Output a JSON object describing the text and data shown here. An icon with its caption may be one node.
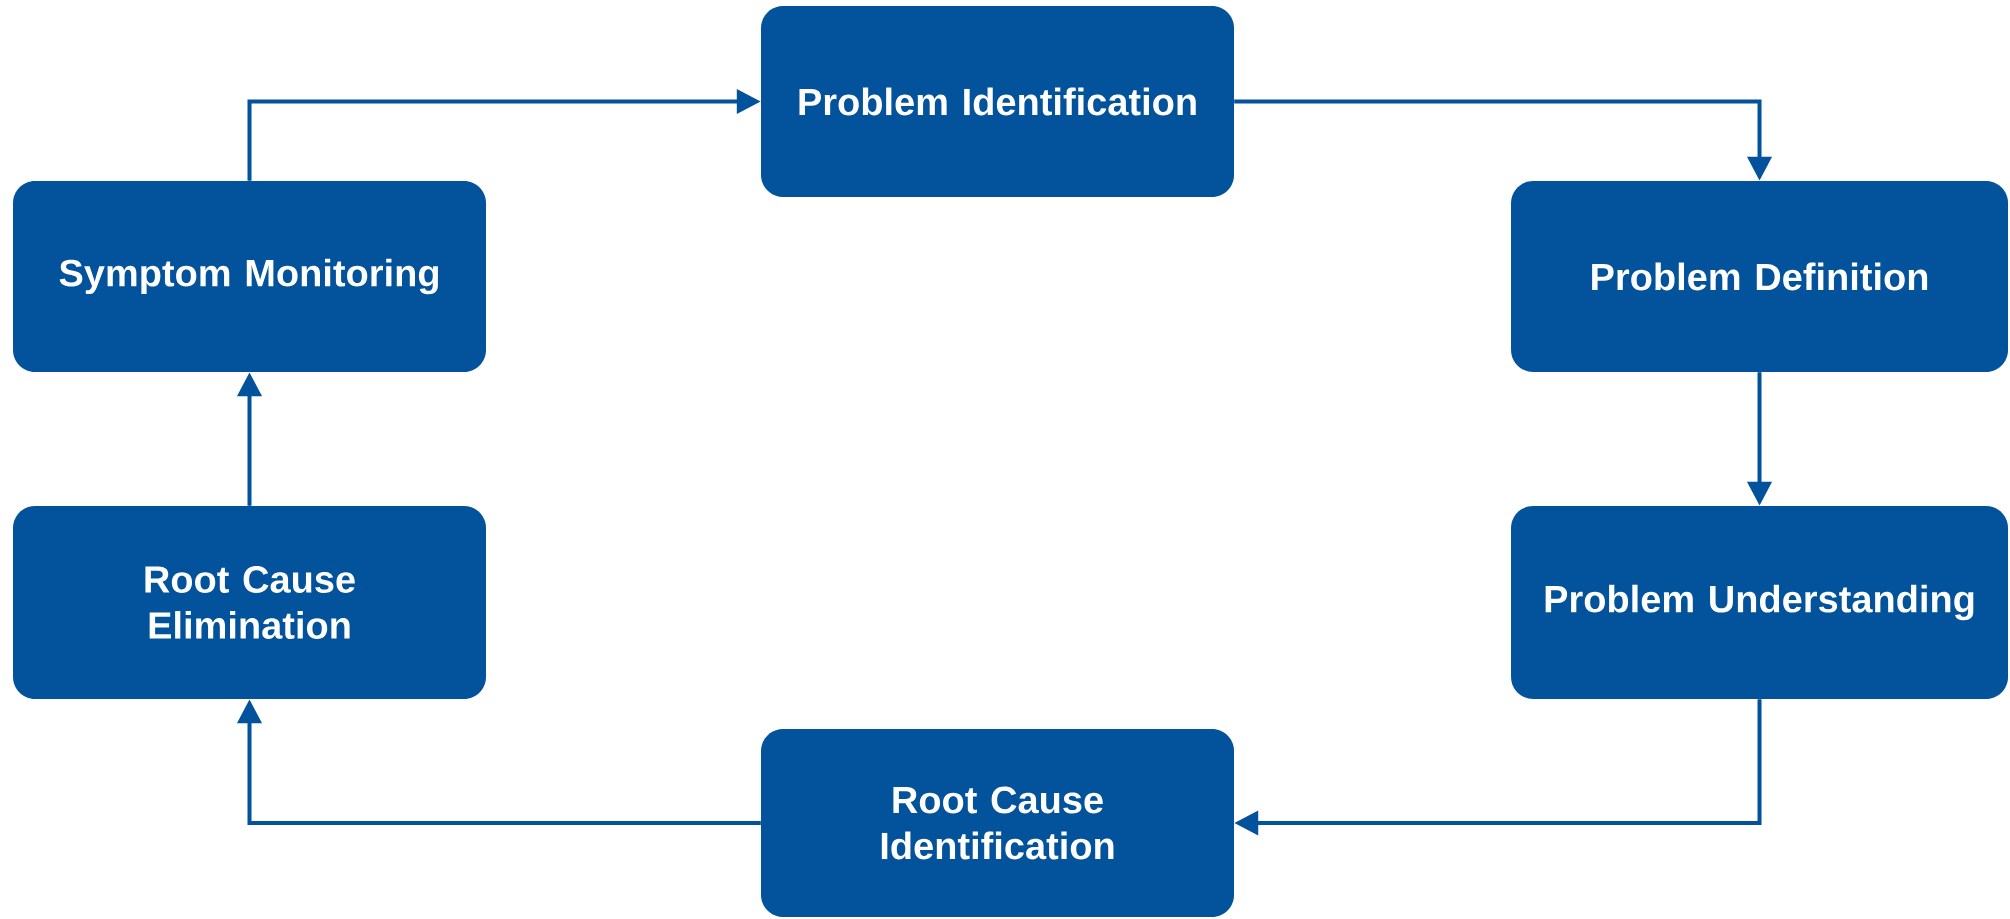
{
  "diagram": {
    "nodes": [
      {
        "text": [
          "Problem Identification"
        ]
      },
      {
        "text": [
          "Problem Definition"
        ]
      },
      {
        "text": [
          "Problem Understanding"
        ]
      },
      {
        "text": [
          "Root Cause Identification"
        ]
      },
      {
        "text": [
          "Root Cause Elimination"
        ]
      },
      {
        "text": [
          "Symptom Monitoring"
        ]
      }
    ],
    "edges": [
      {
        "from": 5,
        "to": 0,
        "arrow": "to"
      },
      {
        "from": 0,
        "to": 1,
        "arrow": "to"
      },
      {
        "from": 1,
        "to": 2,
        "arrow": "to"
      },
      {
        "from": 2,
        "to": 3,
        "arrow": "to"
      },
      {
        "from": 3,
        "to": 4,
        "arrow": "to"
      },
      {
        "from": 4,
        "to": 5,
        "arrow": "to"
      }
    ]
  }
}
